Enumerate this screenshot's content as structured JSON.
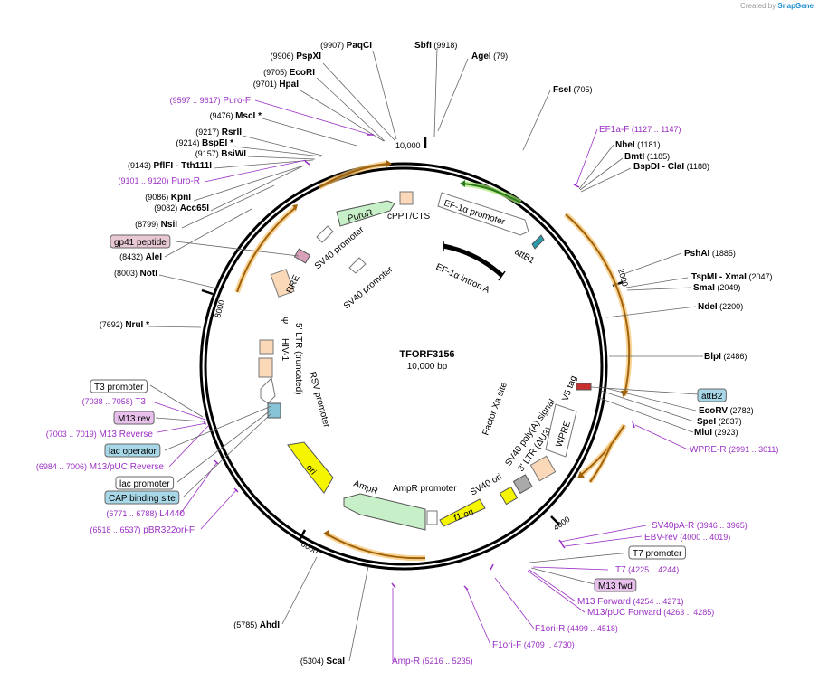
{
  "credit": {
    "prefix": "Created by",
    "brand": "SnapGene"
  },
  "plasmid": {
    "name": "TFORF3156",
    "size": "10,000 bp"
  },
  "ticks": [
    "10,000",
    "2000",
    "4000",
    "6000",
    "8000"
  ],
  "enzymes_left": [
    {
      "pos": "(9907)",
      "name": "PaqCI"
    },
    {
      "pos": "(9906)",
      "name": "PspXI"
    },
    {
      "pos": "(9705)",
      "name": "EcoRI"
    },
    {
      "pos": "(9701)",
      "name": "HpaI"
    },
    {
      "pos": "(9476)",
      "name": "MscI *"
    },
    {
      "pos": "(9217)",
      "name": "RsrII"
    },
    {
      "pos": "(9214)",
      "name": "BspEI *"
    },
    {
      "pos": "(9157)",
      "name": "BsiWI"
    },
    {
      "pos": "(9143)",
      "name": "PflFI",
      "extra": "- Tth111I"
    },
    {
      "pos": "(9086)",
      "name": "KpnI"
    },
    {
      "pos": "(9082)",
      "name": "Acc65I"
    },
    {
      "pos": "(8799)",
      "name": "NsiI"
    },
    {
      "pos": "(8432)",
      "name": "AleI"
    },
    {
      "pos": "(8003)",
      "name": "NotI"
    },
    {
      "pos": "(7692)",
      "name": "NruI *"
    },
    {
      "pos": "(5785)",
      "name": "AhdI"
    },
    {
      "pos": "(5304)",
      "name": "ScaI"
    }
  ],
  "enzymes_right": [
    {
      "name": "SbfI",
      "pos": "(9918)"
    },
    {
      "name": "AgeI",
      "pos": "(79)"
    },
    {
      "name": "FseI",
      "pos": "(705)"
    },
    {
      "name": "NheI",
      "pos": "(1181)"
    },
    {
      "name": "BmtI",
      "pos": "(1185)"
    },
    {
      "name": "BspDI",
      "extra": "- ClaI",
      "pos": "(1188)"
    },
    {
      "name": "PshAI",
      "pos": "(1885)"
    },
    {
      "name": "TspMI",
      "extra": "- XmaI",
      "pos": "(2047)"
    },
    {
      "name": "SmaI",
      "pos": "(2049)"
    },
    {
      "name": "NdeI",
      "pos": "(2200)"
    },
    {
      "name": "BlpI",
      "pos": "(2486)"
    },
    {
      "name": "EcoRV",
      "pos": "(2782)"
    },
    {
      "name": "SpeI",
      "pos": "(2837)"
    },
    {
      "name": "MluI",
      "pos": "(2923)"
    }
  ],
  "primers": [
    {
      "range": "(9597 .. 9617)",
      "name": "Puro-F"
    },
    {
      "range": "(9101 .. 9120)",
      "name": "Puro-R"
    },
    {
      "name": "EF1a-F",
      "range": "(1127 .. 1147)"
    },
    {
      "name": "WPRE-R",
      "range": "(2991 .. 3011)"
    },
    {
      "range": "(7038 .. 7058)",
      "name": "T3"
    },
    {
      "range": "(7003 .. 7019)",
      "name": "M13 Reverse"
    },
    {
      "range": "(6984 .. 7006)",
      "name": "M13/pUC Reverse"
    },
    {
      "range": "(6771 .. 6788)",
      "name": "L4440"
    },
    {
      "range": "(6518 .. 6537)",
      "name": "pBR322ori-F"
    },
    {
      "name": "SV40pA-R",
      "range": "(3946 .. 3965)"
    },
    {
      "name": "EBV-rev",
      "range": "(4000 .. 4019)"
    },
    {
      "name": "T7",
      "range": "(4225 .. 4244)"
    },
    {
      "name": "M13 Forward",
      "range": "(4254 .. 4271)"
    },
    {
      "name": "M13/pUC Forward",
      "range": "(4263 .. 4285)"
    },
    {
      "name": "F1ori-R",
      "range": "(4499 .. 4518)"
    },
    {
      "name": "F1ori-F",
      "range": "(4709 .. 4730)"
    },
    {
      "name": "Amp-R",
      "range": "(5216 .. 5235)"
    }
  ],
  "boxed_labels": [
    {
      "text": "gp41 peptide",
      "fill": "#e8c8d4"
    },
    {
      "text": "T3 promoter",
      "fill": "#ffffff"
    },
    {
      "text": "M13 rev",
      "fill": "#e8c0ec"
    },
    {
      "text": "lac operator",
      "fill": "#a8d8e8"
    },
    {
      "text": "lac promoter",
      "fill": "#ffffff"
    },
    {
      "text": "CAP binding site",
      "fill": "#a8d8e8"
    },
    {
      "text": "attB2",
      "fill": "#a8d8e8"
    },
    {
      "text": "T7 promoter",
      "fill": "#ffffff"
    },
    {
      "text": "M13 fwd",
      "fill": "#e8c0ec"
    }
  ],
  "features": {
    "puror": "PuroR",
    "cppt": "cPPT/CTS",
    "ef1a_promoter": "EF-1α promoter",
    "attb1": "attB1",
    "ef1a_intron": "EF-1α intron A",
    "sv40_promoter_1": "SV40 promoter",
    "sv40_promoter_2": "SV40 promoter",
    "rre": "RRE",
    "psi": "Ψ",
    "hiv": "HIV-1",
    "ltr5": "5' LTR (truncated)",
    "rsv": "RSV promoter",
    "ori": "ori",
    "ampr": "AmpR",
    "ampr_promoter": "AmpR promoter",
    "f1ori": "f1 ori",
    "sv40ori": "SV40 ori",
    "sv40pa": "SV40 poly(A) signal",
    "ltr3": "3' LTR (ΔU3)",
    "wpre": "WPRE",
    "factorxa": "Factor Xa site",
    "v5tag": "V5 tag"
  },
  "colors": {
    "enzyme": "#000000",
    "primer": "#9b2fc4",
    "orf_glow": "#f5c26b",
    "orf_arrow": "#a0620a",
    "puror_fill": "#c8f0c8",
    "ampr_fill": "#c8f0c8",
    "ori_fill": "#f5f500",
    "ltr_fill": "#fbd9b8",
    "intron": "#000000"
  }
}
